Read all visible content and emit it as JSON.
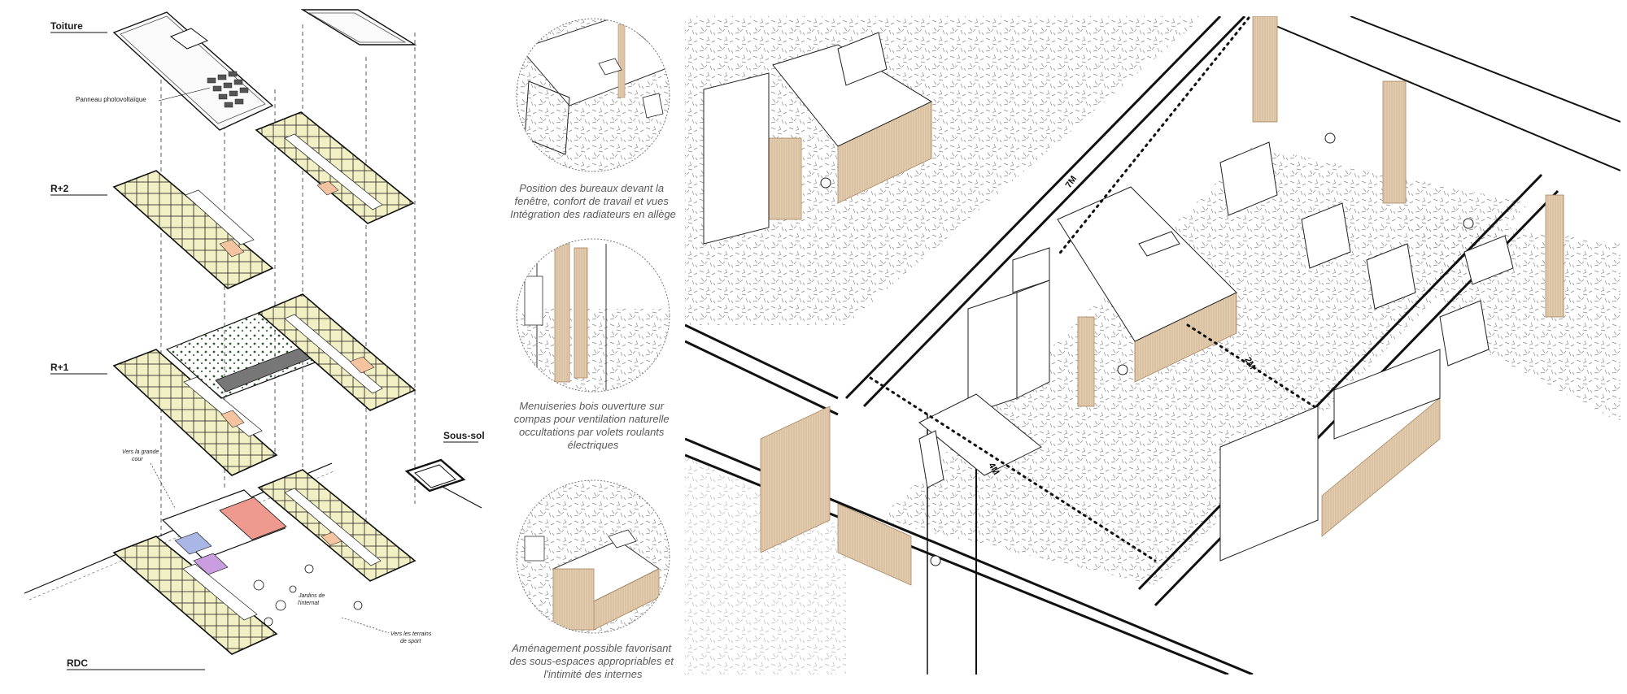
{
  "levels": {
    "toiture": "Toiture",
    "r2": "R+2",
    "r1": "R+1",
    "sous_sol": "Sous-sol",
    "rdc": "RDC"
  },
  "annotations": {
    "photovoltaic": "Panneau photovoltaïque",
    "vers_cour_1": "Vers la grande",
    "vers_cour_2": "cour",
    "jardins_1": "Jardins de",
    "jardins_2": "l'internat",
    "terrains_1": "Vers les terrains",
    "terrains_2": "de sport"
  },
  "captions": {
    "c1": [
      "Position des bureaux devant la",
      "fenêtre, confort de travail et vues",
      "Intégration des radiateurs en allège"
    ],
    "c2": [
      "Menuiseries bois ouverture sur",
      "compas pour ventilation naturelle",
      "occultations par volets roulants",
      "électriques"
    ],
    "c3": [
      "Aménagement possible favorisant",
      "des sous-espaces appropriables et",
      "l'intimité des internes"
    ]
  },
  "dimensions": {
    "height": "7M",
    "width": "2M",
    "depth": "4M"
  },
  "colors": {
    "line": "#1a1a1a",
    "room_fill": "#f1efc4",
    "wood": "#e2cdb0",
    "wood_line": "#c8a985",
    "circulation": "#f4c39f",
    "hall": "#ef9a8e",
    "purple": "#c99de0",
    "blue": "#a9b6e6"
  }
}
